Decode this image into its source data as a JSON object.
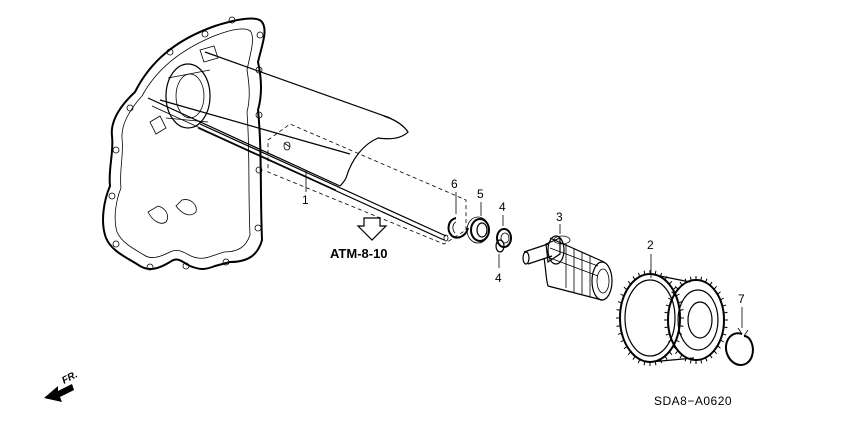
{
  "callouts": {
    "c1": "1",
    "c2": "2",
    "c3": "3",
    "c4a": "4",
    "c4b": "4",
    "c5": "5",
    "c6": "6",
    "c7": "7"
  },
  "reference": {
    "label": "ATM-8-10"
  },
  "direction": {
    "label": "FR."
  },
  "diagram_code": "SDA8−A0620"
}
